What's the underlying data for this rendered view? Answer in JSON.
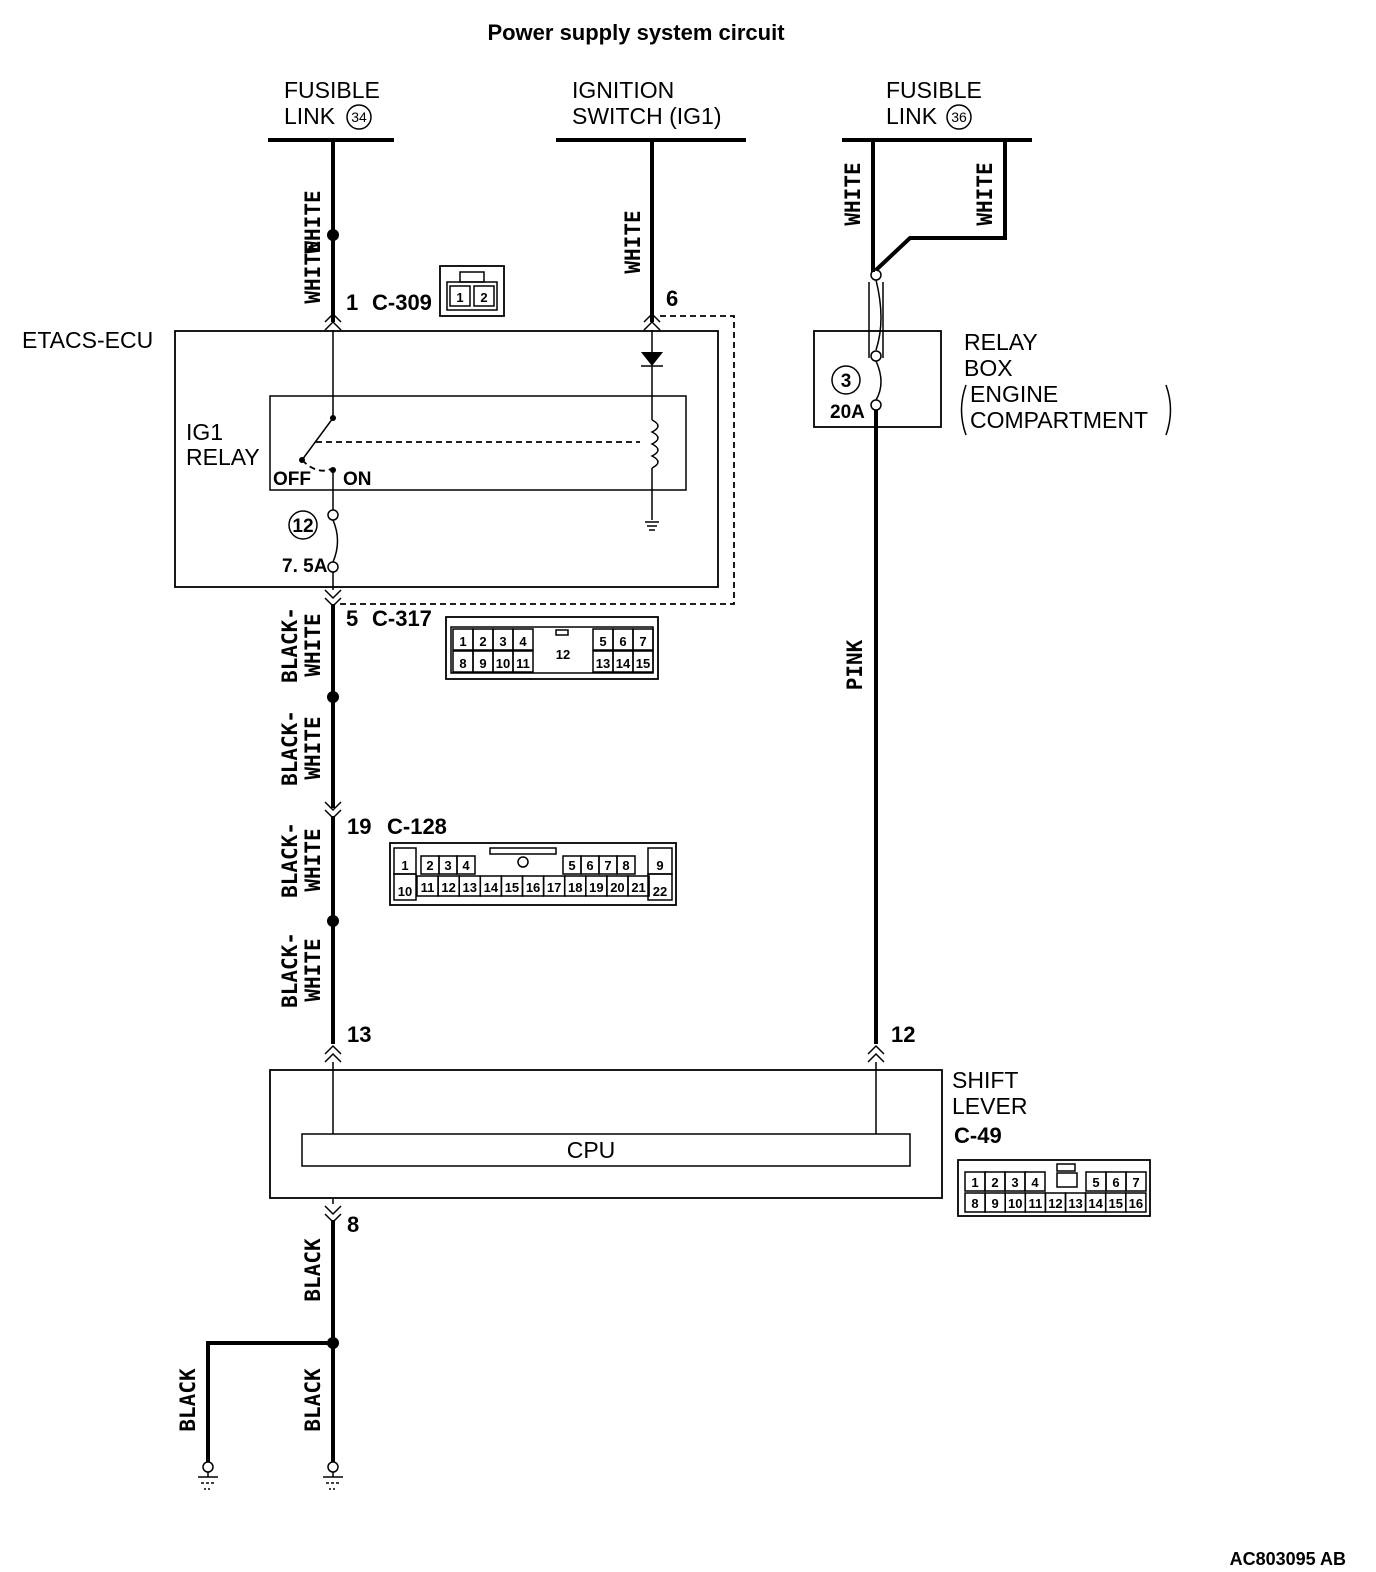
{
  "title": "Power supply system circuit",
  "sources": {
    "fusible_link_34": {
      "line1": "FUSIBLE",
      "line2": "LINK",
      "number": "34"
    },
    "ignition_switch": {
      "line1": "IGNITION",
      "line2": "SWITCH (IG1)"
    },
    "fusible_link_36": {
      "line1": "FUSIBLE",
      "line2": "LINK",
      "number": "36"
    }
  },
  "wire_colors": {
    "white": "WHITE",
    "black_white_1": "BLACK-",
    "black_white_2": "WHITE",
    "pink": "PINK",
    "black": "BLACK"
  },
  "connectors": {
    "c309": {
      "name": "C-309",
      "pin": "1",
      "cells": [
        "1",
        "2"
      ]
    },
    "ig_pin": "6",
    "c317": {
      "name": "C-317",
      "pin": "5",
      "row1": [
        "1",
        "2",
        "3",
        "4",
        "5",
        "6",
        "7"
      ],
      "row2": [
        "8",
        "9",
        "10",
        "11",
        "13",
        "14",
        "15"
      ],
      "middle": "12"
    },
    "c128": {
      "name": "C-128",
      "pin": "19",
      "row1": [
        "2",
        "3",
        "4",
        "5",
        "6",
        "7",
        "8"
      ],
      "row2": [
        "11",
        "12",
        "13",
        "14",
        "15",
        "16",
        "17",
        "18",
        "19",
        "20",
        "21"
      ],
      "left_top": "1",
      "left_bottom": "10",
      "right_top": "9",
      "right_bottom": "22"
    },
    "c49": {
      "name": "C-49",
      "row1": [
        "1",
        "2",
        "3",
        "4",
        "5",
        "6",
        "7"
      ],
      "row2": [
        "8",
        "9",
        "10",
        "11",
        "12",
        "13",
        "14",
        "15",
        "16"
      ]
    }
  },
  "etacs": {
    "name": "ETACS-ECU",
    "relay_line1": "IG1",
    "relay_line2": "RELAY",
    "off": "OFF",
    "on": "ON",
    "fuse_number": "12",
    "fuse_rating": "7. 5A"
  },
  "relay_box": {
    "line1": "RELAY",
    "line2": "BOX",
    "line3": "ENGINE",
    "line4": "COMPARTMENT",
    "fuse_number": "3",
    "fuse_rating": "20A"
  },
  "shift_lever": {
    "line1": "SHIFT",
    "line2": "LEVER",
    "cpu": "CPU",
    "pin_left": "13",
    "pin_right": "12",
    "pin_ground": "8"
  },
  "figure_code": "AC803095 AB"
}
